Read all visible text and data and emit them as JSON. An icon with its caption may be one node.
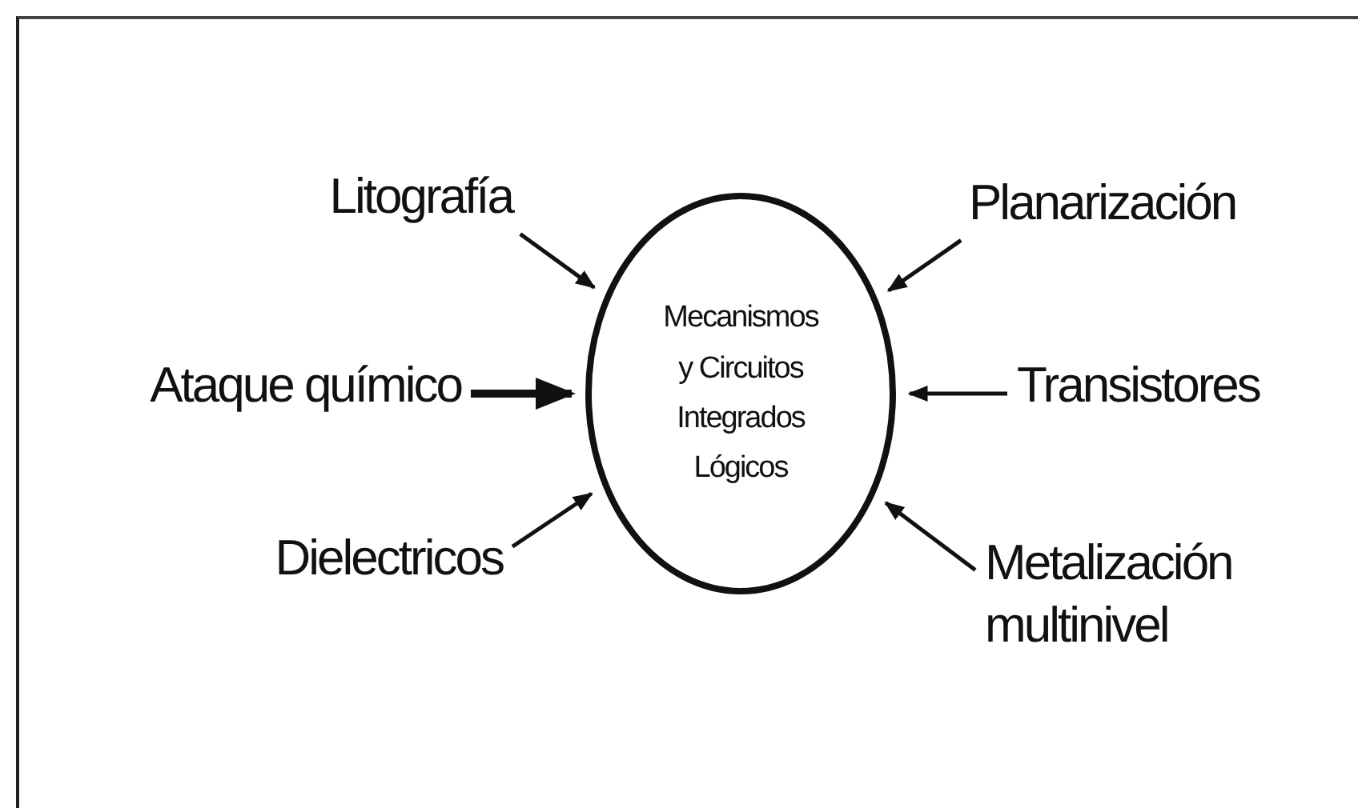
{
  "diagram": {
    "nodes": [
      {
        "text": [
          "Mecanismos y Circuitos Integrados Lógicos"
        ]
      },
      {
        "text": [
          "Litografía"
        ]
      },
      {
        "text": [
          "Planarización"
        ]
      },
      {
        "text": [
          "Ataque químico"
        ]
      },
      {
        "text": [
          "Transistores"
        ]
      },
      {
        "text": [
          "Dielectricos"
        ]
      },
      {
        "text": [
          "Metalización multinivel"
        ]
      }
    ],
    "edges": [
      {
        "from": 1,
        "to": 0,
        "arrow": "to"
      },
      {
        "from": 2,
        "to": 0,
        "arrow": "to"
      },
      {
        "from": 3,
        "to": 0,
        "arrow": "to",
        "style": "thick"
      },
      {
        "from": 4,
        "to": 0,
        "arrow": "to"
      },
      {
        "from": 5,
        "to": 0,
        "arrow": "to"
      },
      {
        "from": 6,
        "to": 0,
        "arrow": "to"
      }
    ]
  }
}
